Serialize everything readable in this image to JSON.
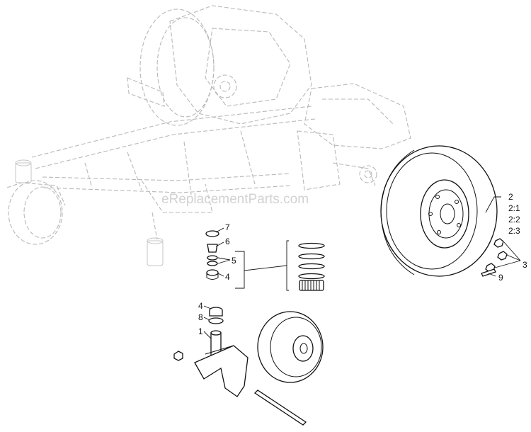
{
  "watermark": "eReplacementParts.com",
  "callouts": {
    "c1": "1",
    "c2": "2",
    "c2_1": "2:1",
    "c2_2": "2:2",
    "c2_3": "2:3",
    "c3": "3",
    "c4_top": "4",
    "c4_bottom": "4",
    "c5": "5",
    "c6": "6",
    "c7": "7",
    "c8": "8",
    "c9": "9"
  },
  "colors": {
    "ghost": "#b8b8b8",
    "part": "#111111",
    "watermark": "#d2d2d2"
  }
}
